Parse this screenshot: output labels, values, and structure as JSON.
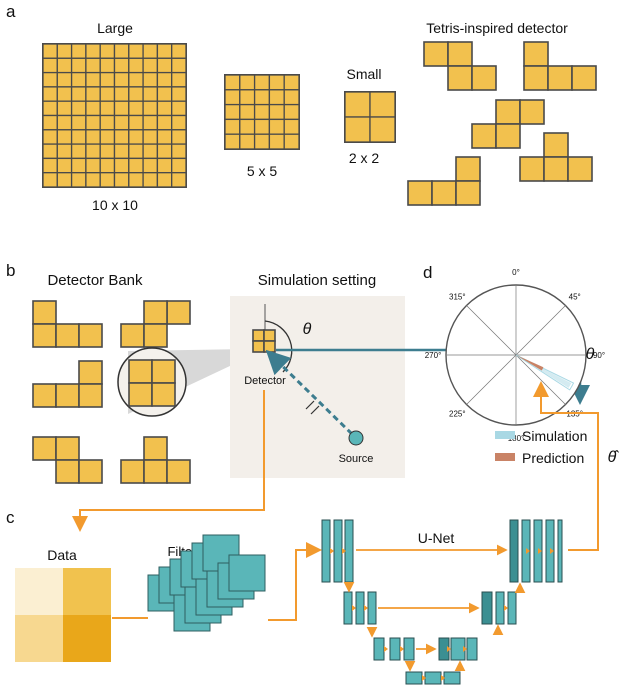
{
  "panels": {
    "a": "a",
    "b": "b",
    "c": "c",
    "d": "d"
  },
  "panel_a": {
    "large_title": "Large",
    "large_caption": "10 x 10",
    "medium_caption": "5 x 5",
    "small_title": "Small",
    "small_caption": "2 x 2",
    "tetris_title": "Tetris-inspired detector"
  },
  "panel_b": {
    "bank_title": "Detector Bank",
    "sim_title": "Simulation setting",
    "detector_label": "Detector",
    "source_label": "Source",
    "theta": "θ"
  },
  "panel_c": {
    "data_label": "Data",
    "filter_label": "Filter Layer",
    "unet_label": "U-Net",
    "theta_hat": "θ̂"
  },
  "panel_d": {
    "angle_labels": [
      "0°",
      "45°",
      "90°",
      "135°",
      "180°",
      "225°",
      "270°",
      "315°"
    ],
    "theta": "θ",
    "legend": [
      {
        "name": "Simulation",
        "color": "#a9d8e4"
      },
      {
        "name": "Prediction",
        "color": "#c98366"
      }
    ]
  },
  "colors": {
    "tile": "#f2c14e",
    "tile_border": "#4a4a4a",
    "teal": "#5ab6b8",
    "teal_dark": "#3b8f92",
    "orange": "#f29a2e",
    "arrow_blue": "#3d7d8f",
    "sim_bg": "#f3efea",
    "data_q1": "#fbefd2",
    "data_q2": "#f1c24e",
    "data_q3": "#f7d890",
    "data_q4": "#e9a71a"
  }
}
